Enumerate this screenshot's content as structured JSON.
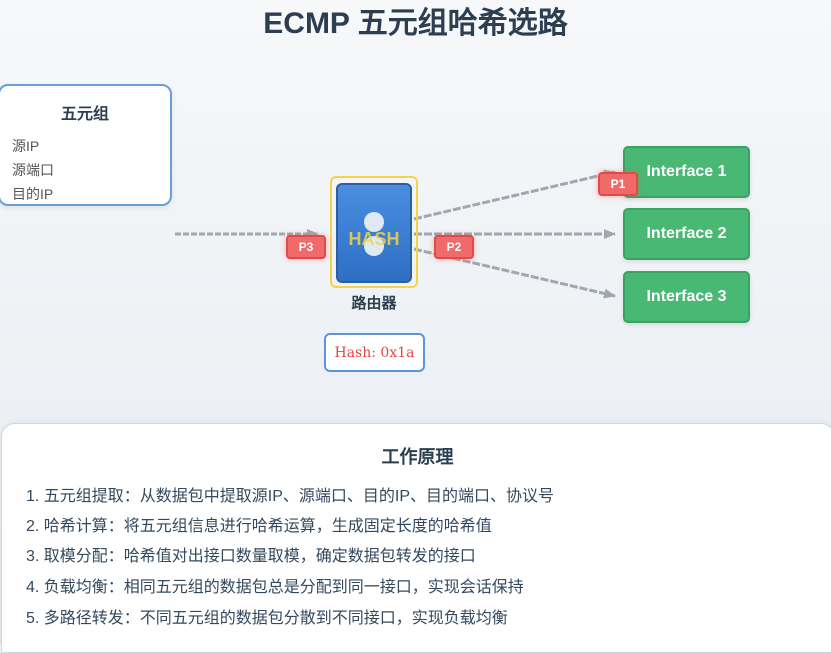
{
  "title": "ECMP 五元组哈希选路",
  "five_tuple": {
    "title": "五元组",
    "items": [
      "源IP",
      "源端口",
      "目的IP"
    ]
  },
  "router": {
    "hash_label": "HASH",
    "name": "路由器",
    "hash_value": "Hash: 0x1a"
  },
  "interfaces": [
    "Interface 1",
    "Interface 2",
    "Interface 3"
  ],
  "packets": {
    "p1": "P1",
    "p2": "P2",
    "p3": "P3"
  },
  "principle": {
    "title": "工作原理",
    "steps": [
      "1. 五元组提取：从数据包中提取源IP、源端口、目的IP、目的端口、协议号",
      "2. 哈希计算：将五元组信息进行哈希运算，生成固定长度的哈希值",
      "3. 取模分配：哈希值对出接口数量取模，确定数据包转发的接口",
      "4. 负载均衡：相同五元组的数据包总是分配到同一接口，实现会话保持",
      "5. 多路径转发：不同五元组的数据包分散到不同接口，实现负载均衡"
    ]
  },
  "colors": {
    "title": "#2c3e50",
    "router": "#3a7bd5",
    "router_frame": "#f2d44a",
    "interface": "#48b874",
    "packet": "#f06a6a",
    "hash_text": "#e04848",
    "arrow": "#a0a7ae"
  }
}
